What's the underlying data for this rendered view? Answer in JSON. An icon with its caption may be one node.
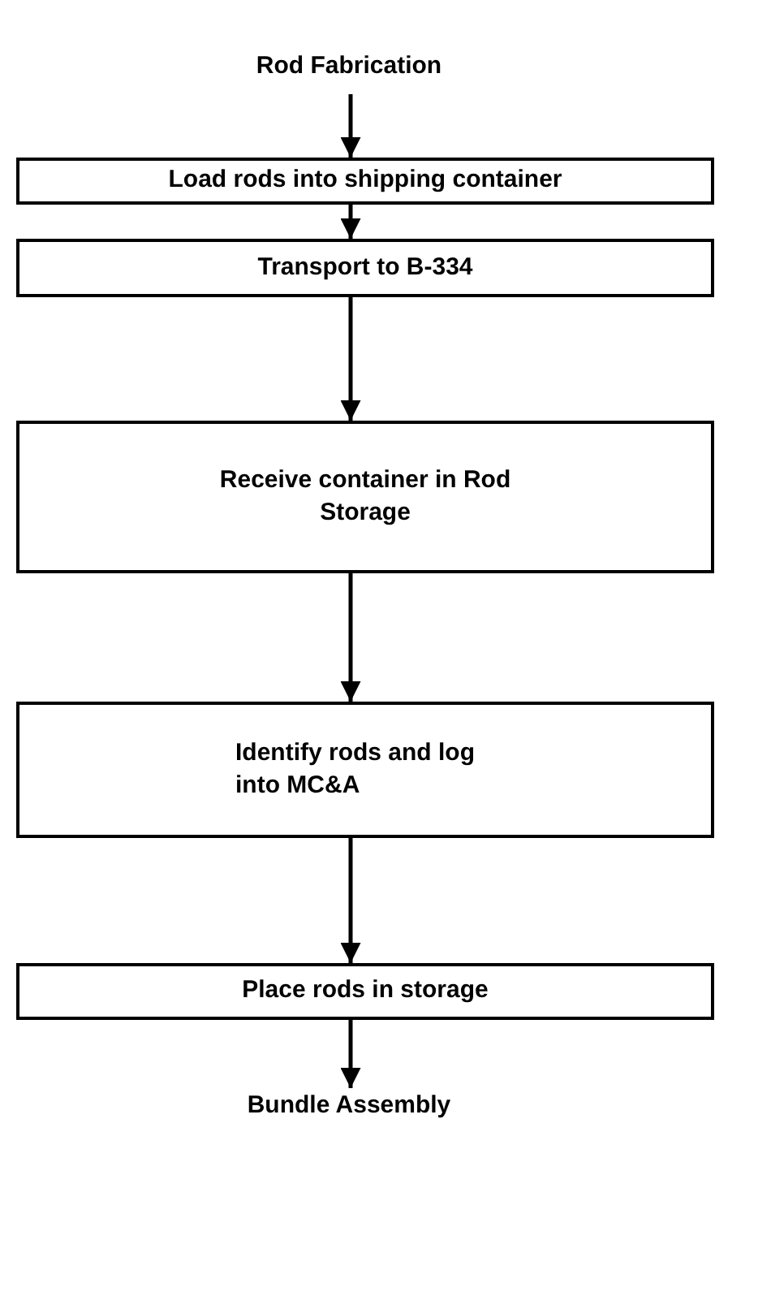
{
  "diagram": {
    "nodes": [
      {
        "text": [
          "Rod Fabrication"
        ]
      },
      {
        "text": [
          "Load rods into shipping container"
        ]
      },
      {
        "text": [
          "Transport to B-334"
        ]
      },
      {
        "text": [
          "Receive container in Rod Storage"
        ]
      },
      {
        "text": [
          "Identify rods and log into MC&A"
        ]
      },
      {
        "text": [
          "Place rods in storage"
        ]
      },
      {
        "text": [
          "Bundle Assembly"
        ]
      }
    ],
    "edges": [
      {
        "from": 0,
        "to": 1,
        "arrow": "to"
      },
      {
        "from": 1,
        "to": 2,
        "arrow": "to"
      },
      {
        "from": 2,
        "to": 3,
        "arrow": "to"
      },
      {
        "from": 3,
        "to": 4,
        "arrow": "to"
      },
      {
        "from": 4,
        "to": 5,
        "arrow": "to"
      },
      {
        "from": 5,
        "to": 6,
        "arrow": "to"
      }
    ]
  }
}
